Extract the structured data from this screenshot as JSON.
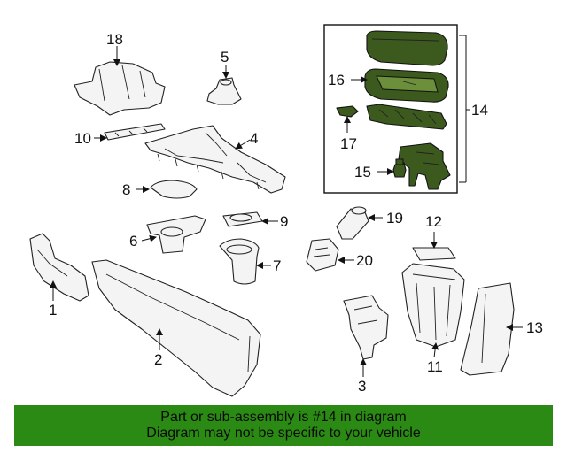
{
  "callouts": [
    "1",
    "2",
    "3",
    "4",
    "5",
    "6",
    "7",
    "8",
    "9",
    "10",
    "11",
    "12",
    "13",
    "14",
    "15",
    "16",
    "17",
    "18",
    "19",
    "20"
  ],
  "banner": {
    "line1": "Part or sub-assembly is #14 in diagram",
    "line2": "Diagram may not be specific to your vehicle"
  },
  "colors": {
    "highlight": "#3d5a1e",
    "banner": "#2b8a14"
  }
}
